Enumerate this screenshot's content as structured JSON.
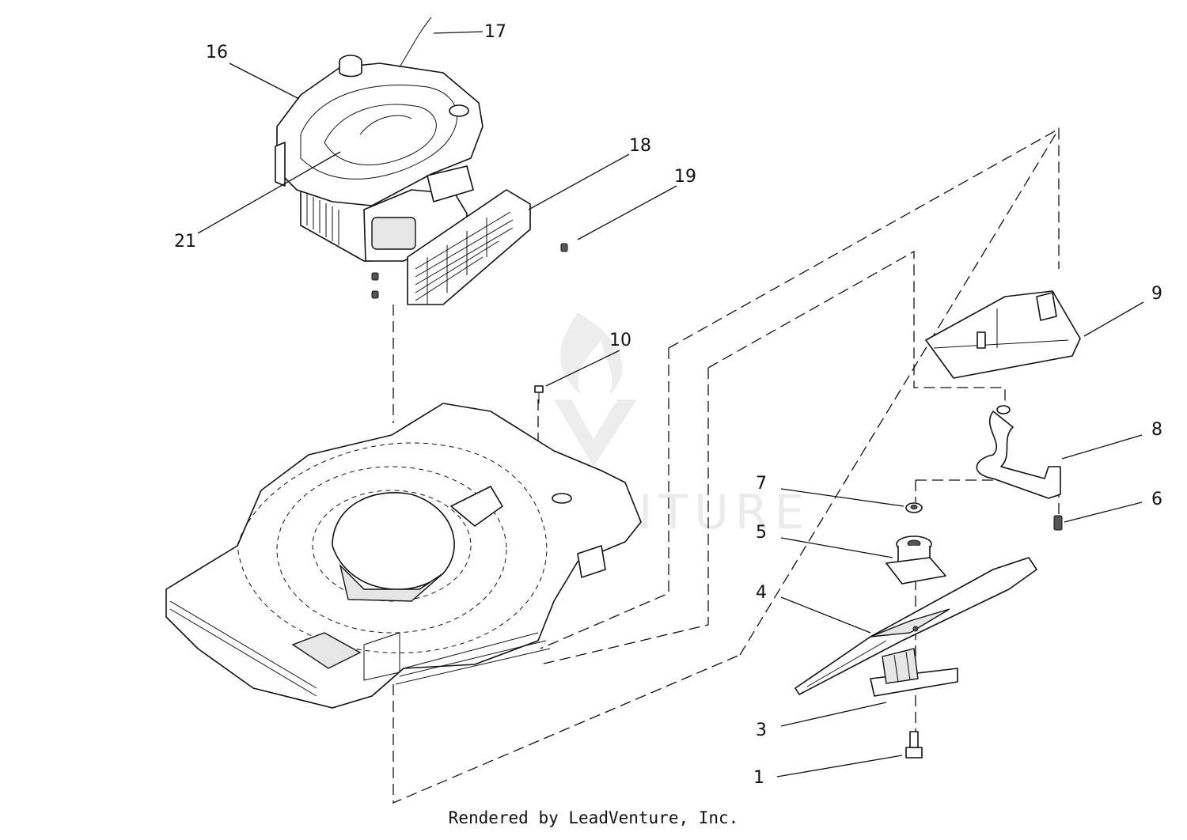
{
  "watermark": {
    "text": "LEADVENTURE"
  },
  "footer": {
    "credit": "Rendered by LeadVenture, Inc."
  },
  "callouts": {
    "c1": "1",
    "c3": "3",
    "c4": "4",
    "c5": "5",
    "c6": "6",
    "c7": "7",
    "c8": "8",
    "c9": "9",
    "c10": "10",
    "c16": "16",
    "c17": "17",
    "c18": "18",
    "c19": "19",
    "c21": "21"
  },
  "icons": [
    "engine",
    "engine-shroud",
    "air-filter-cover",
    "deck-housing",
    "mulch-plug",
    "blade-adapter",
    "blade",
    "stiffener-plate",
    "blade-bolt",
    "wire-clip",
    "deck-bolt"
  ]
}
